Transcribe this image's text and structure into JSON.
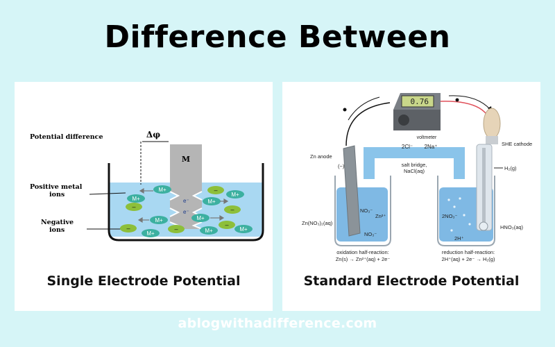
{
  "page": {
    "title": "Difference Between",
    "watermark": "ablogwithadifference.com"
  },
  "left_panel": {
    "caption": "Single Electrode Potential",
    "labels": {
      "potential_difference": "Potential difference",
      "delta_phi": "Δφ",
      "electrode": "M",
      "positive_ions_line1": "Positive metal",
      "positive_ions_line2": "ions",
      "negative_ions_line1": "Negative",
      "negative_ions_line2": "ions",
      "cation": "M+",
      "anion": "–",
      "electron": "e⁻"
    }
  },
  "right_panel": {
    "caption": "Standard Electrode Potential",
    "labels": {
      "voltmeter_reading": "0.76",
      "voltmeter": "voltmeter",
      "she_cathode": "SHE cathode",
      "zn_anode": "Zn anode",
      "anode_sign": "(−)",
      "cl_ion": "2Cl⁻",
      "na_ion": "2Na⁺",
      "salt_bridge_line1": "salt bridge,",
      "salt_bridge_line2": "NaCl(aq)",
      "h2_gas": "H₂(g)",
      "left_solution": "Zn(NO₃)₂(aq)",
      "right_solution": "HNO₃(aq)",
      "no3_1": "NO₃⁻",
      "zn2": "Zn²⁺",
      "no3_2": "NO₃⁻",
      "no3_right": "2NO₃⁻",
      "h_plus": "2H⁺",
      "oxidation_line1": "oxidation half-reaction:",
      "oxidation_line2": "Zn(s) → Zn²⁺(aq) + 2e⁻",
      "reduction_line1": "reduction half-reaction:",
      "reduction_line2": "2H⁺(aq) + 2e⁻ → H₂(g)"
    }
  },
  "colors": {
    "background": "#d6f5f7",
    "card": "#ffffff",
    "solution": "#a9d8f2",
    "cation_ion": "#3cb0a0",
    "anion_ion": "#8dbf3a"
  }
}
